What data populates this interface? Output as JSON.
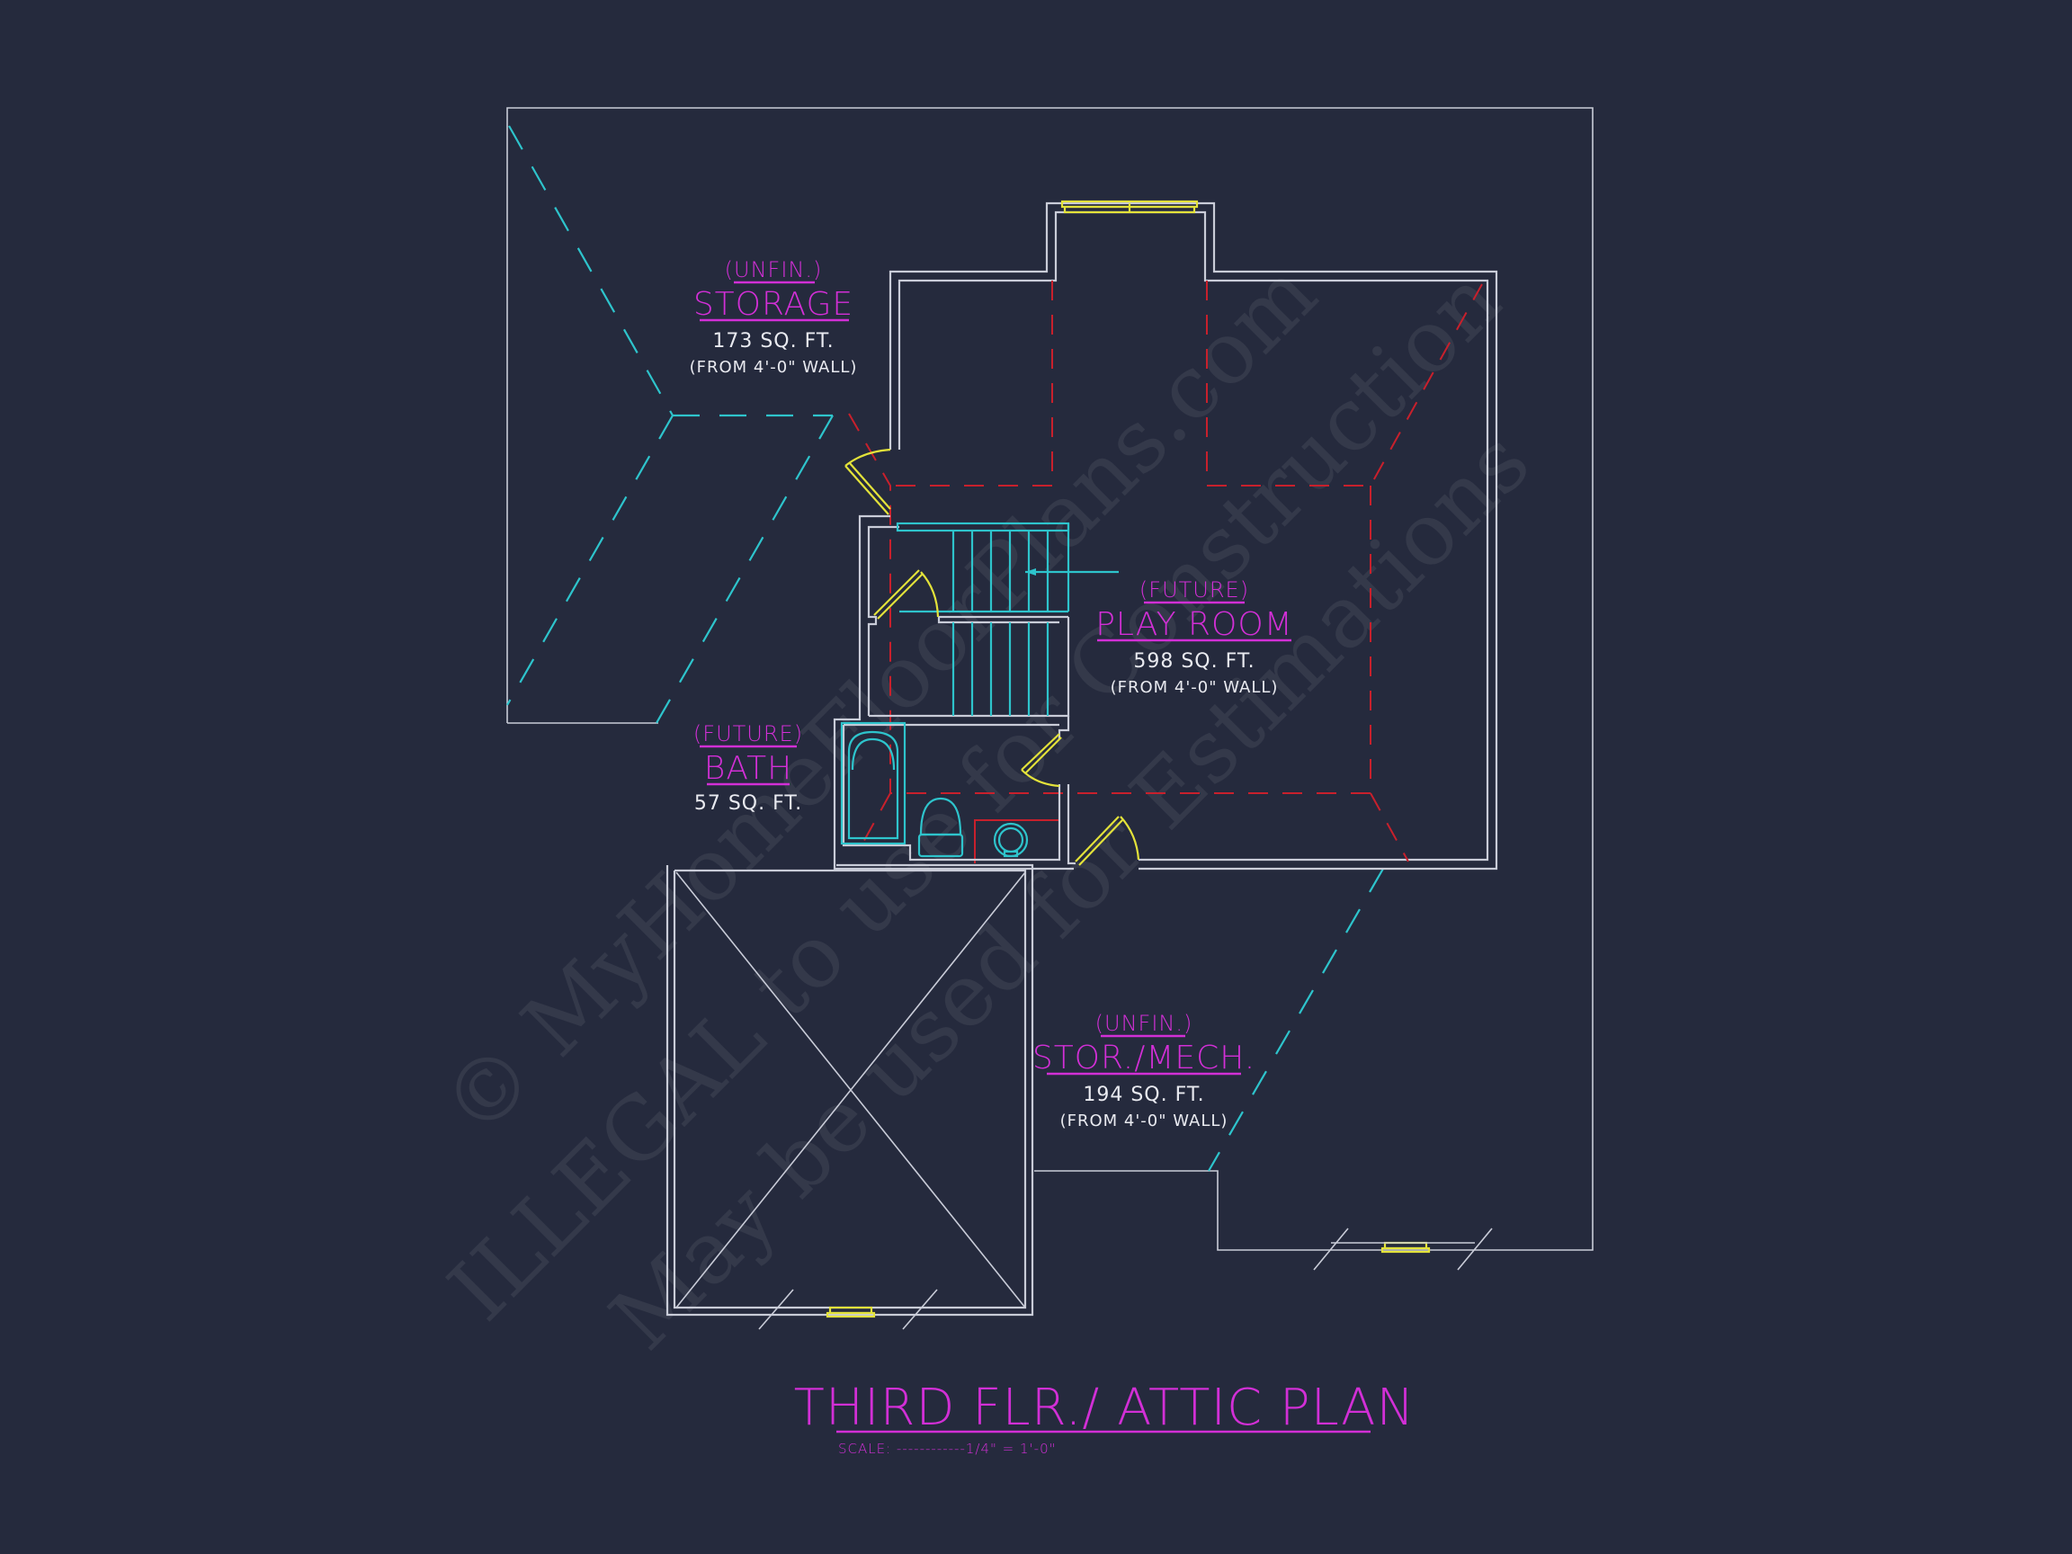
{
  "drawing": {
    "title": "THIRD FLR./ ATTIC PLAN",
    "scale": "SCALE: ------------1/4\" = 1'-0\"",
    "colors": {
      "background": "#252a3d",
      "walls": "#c9ccd8",
      "roof_lines": "#2ec4cc",
      "wall_4ft_lines": "#c8202c",
      "doors_windows": "#e3e23a",
      "room_labels": "#d22fd6",
      "area_text": "#e9eaf0"
    }
  },
  "rooms": [
    {
      "id": "storage",
      "status": "(UNFIN.)",
      "name": "STORAGE",
      "area": "173 SQ. FT.",
      "note": "(FROM 4'-0\" WALL)"
    },
    {
      "id": "play-room",
      "status": "(FUTURE)",
      "name": "PLAY ROOM",
      "area": "598 SQ. FT.",
      "note": "(FROM 4'-0\" WALL)"
    },
    {
      "id": "bath",
      "status": "(FUTURE)",
      "name": "BATH",
      "area": "57 SQ. FT.",
      "note": ""
    },
    {
      "id": "stor-mech",
      "status": "(UNFIN.)",
      "name": "STOR./MECH.",
      "area": "194 SQ. FT.",
      "note": "(FROM 4'-0\" WALL)"
    }
  ],
  "watermark": {
    "line1": "© MyHomeFloorPlans.com",
    "line2": "ILLEGAL to use for Construction",
    "line3": "May be used for Estimations"
  }
}
